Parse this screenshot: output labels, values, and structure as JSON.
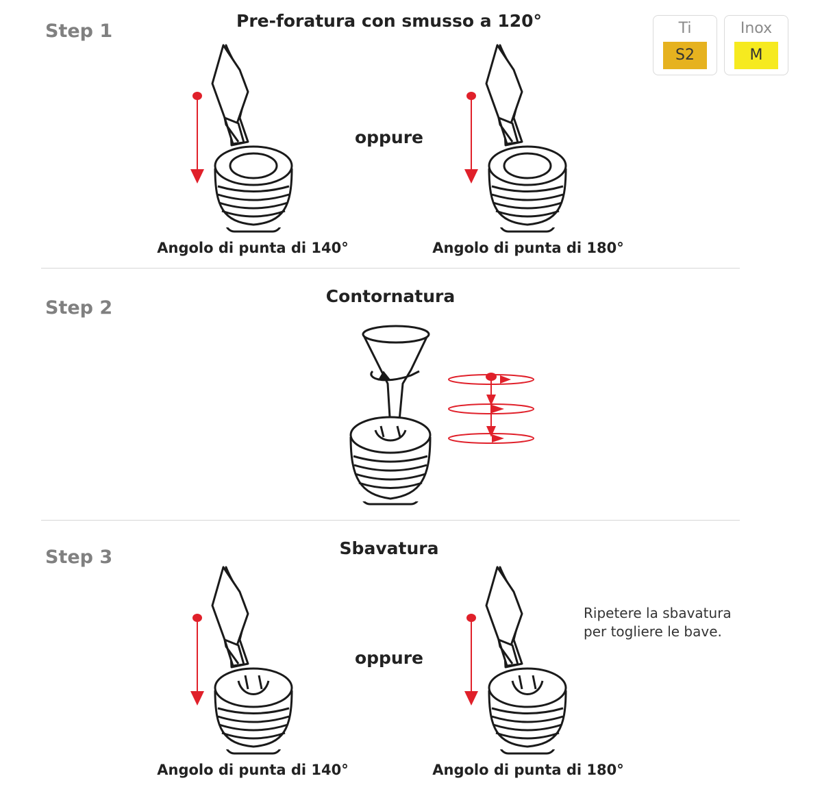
{
  "badges": [
    {
      "label": "Ti",
      "code": "S2",
      "color": "#e6b21f"
    },
    {
      "label": "Inox",
      "code": "M",
      "color": "#f6ea1f"
    }
  ],
  "steps": [
    {
      "label": "Step 1",
      "title": "Pre-foratura con smusso a 120°",
      "separator": "oppure",
      "captions": [
        "Angolo di punta di 140°",
        "Angolo di punta di 180°"
      ]
    },
    {
      "label": "Step 2",
      "title": "Contornatura"
    },
    {
      "label": "Step 3",
      "title": "Sbavatura",
      "separator": "oppure",
      "captions": [
        "Angolo di punta di 140°",
        "Angolo di punta di 180°"
      ],
      "note": [
        "Ripetere la sbavatura",
        "per togliere le bave."
      ]
    }
  ],
  "colors": {
    "accent": "#e0202a",
    "step_label": "#808080",
    "divider": "#d6d6d6"
  },
  "icons": [
    "drill-bit-icon",
    "thread-insert-icon",
    "countersink-tool-icon",
    "arrow-down-icon",
    "rotation-arrow-icon"
  ]
}
